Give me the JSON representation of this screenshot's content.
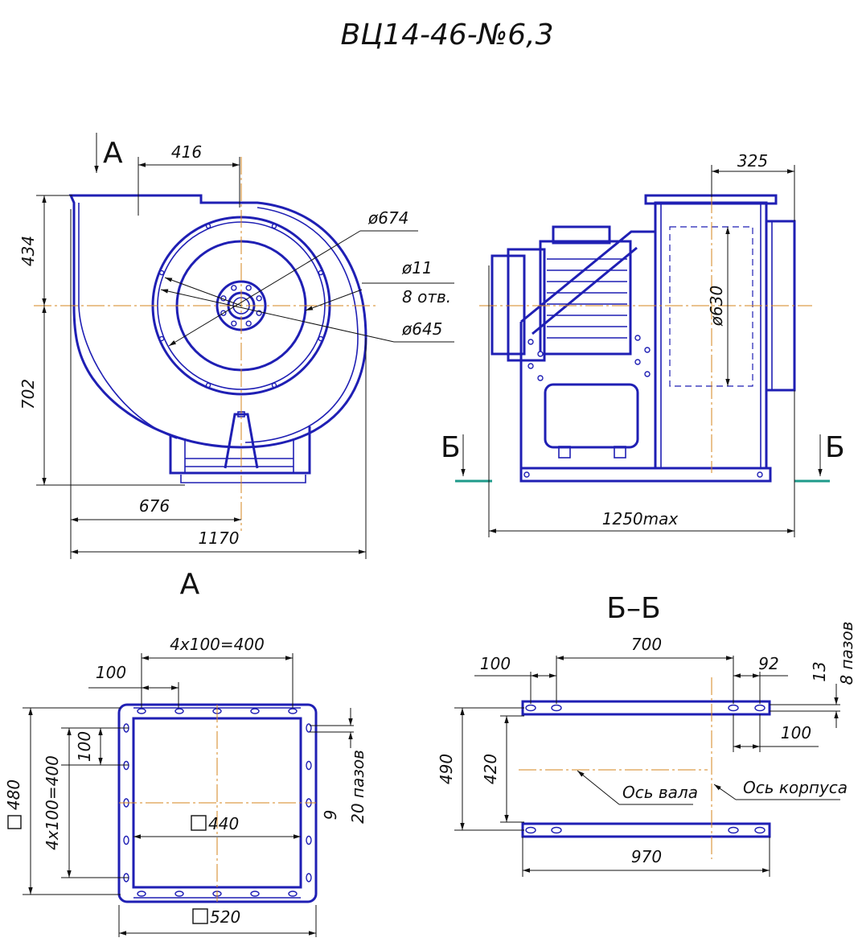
{
  "title": "ВЦ14-46-№6,3",
  "views": {
    "front_label": "A",
    "view_a_label": "A",
    "section_label_left": "Б",
    "section_label_right": "Б",
    "section_title": "Б–Б"
  },
  "front_view": {
    "dims": {
      "outlet_offset": "416",
      "height_top": "434",
      "height_bottom": "702",
      "dia_outer": "ø674",
      "hole_dia": "ø11",
      "holes_count": "8 отв.",
      "dia_inner": "ø645",
      "width_left": "676",
      "width_total": "1170"
    }
  },
  "side_view": {
    "dims": {
      "inlet_offset": "325",
      "inlet_dia": "ø630",
      "length_max": "1250max"
    }
  },
  "view_a": {
    "dims": {
      "pitch_total": "4x100=400",
      "pitch": "100",
      "side_pitch": "100",
      "side_total": "4x100=400",
      "outer_square": "480",
      "inner_square": "440",
      "flange_square": "520",
      "slot_width": "9",
      "slots_count": "20 пазов"
    }
  },
  "section_bb": {
    "dims": {
      "left_offset": "100",
      "span": "700",
      "right_offset": "92",
      "slot_depth": "13",
      "slots_count": "8 пазов",
      "right_slot_pitch": "100",
      "height_outer": "490",
      "height_inner": "420",
      "shaft_axis": "Ось вала",
      "body_axis": "Ось корпуса",
      "length": "970"
    }
  }
}
